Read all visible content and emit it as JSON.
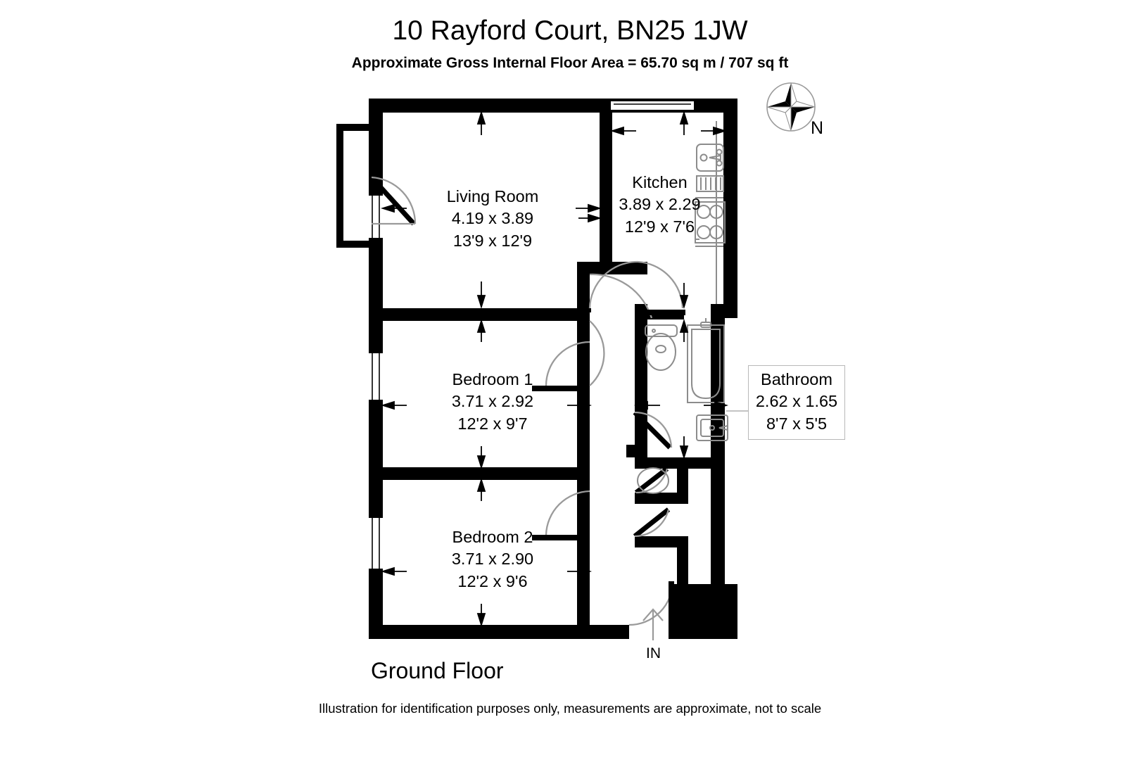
{
  "document": {
    "title": "10 Rayford Court, BN25 1JW",
    "subtitle": "Approximate Gross Internal Floor Area = 65.70 sq m / 707 sq ft",
    "floor_label": "Ground Floor",
    "disclaimer": "Illustration for identification purposes only, measurements are approximate, not to scale",
    "compass_label": "N",
    "entrance_label": "IN"
  },
  "colors": {
    "wall": "#000000",
    "background": "#ffffff",
    "fixture_stroke": "#8c8c8c",
    "door_arc": "#9a9a9a",
    "dimension_arrow": "#000000",
    "callout_border": "#b8b8b8",
    "text": "#000000"
  },
  "rooms": [
    {
      "id": "living-room",
      "name": "Living Room",
      "metric": "4.19 x 3.89",
      "imperial": "13'9 x 12'9"
    },
    {
      "id": "kitchen",
      "name": "Kitchen",
      "metric": "3.89 x 2.29",
      "imperial": "12'9 x 7'6"
    },
    {
      "id": "bedroom-1",
      "name": "Bedroom 1",
      "metric": "3.71 x 2.92",
      "imperial": "12'2 x 9'7"
    },
    {
      "id": "bedroom-2",
      "name": "Bedroom 2",
      "metric": "3.71 x 2.90",
      "imperial": "12'2 x 9'6"
    },
    {
      "id": "bathroom",
      "name": "Bathroom",
      "metric": "2.62 x 1.65",
      "imperial": "8'7 x 5'5",
      "callout": true
    }
  ],
  "fixtures": [
    {
      "id": "kitchen-sink",
      "name": "sink-icon",
      "room": "kitchen"
    },
    {
      "id": "kitchen-drainer",
      "name": "drainer-icon",
      "room": "kitchen"
    },
    {
      "id": "kitchen-hob",
      "name": "hob-icon",
      "room": "kitchen"
    },
    {
      "id": "bathroom-wc",
      "name": "toilet-icon",
      "room": "bathroom"
    },
    {
      "id": "bathroom-bath",
      "name": "bathtub-icon",
      "room": "bathroom"
    },
    {
      "id": "bathroom-basin",
      "name": "washbasin-icon",
      "room": "bathroom"
    },
    {
      "id": "hall-cylinder",
      "name": "cylinder-cupboard-icon",
      "room": "hallway"
    }
  ]
}
